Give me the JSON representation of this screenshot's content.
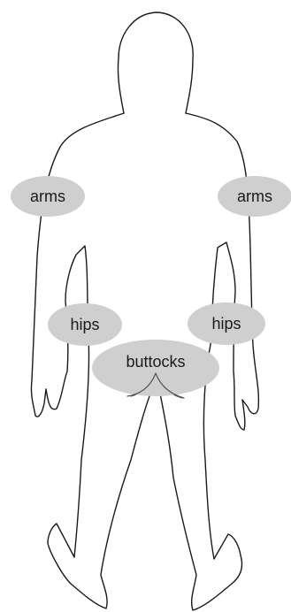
{
  "zones": {
    "arms_left": {
      "label": "arms"
    },
    "arms_right": {
      "label": "arms"
    },
    "hips_left": {
      "label": "hips"
    },
    "hips_right": {
      "label": "hips"
    },
    "buttocks": {
      "label": "buttocks"
    }
  },
  "colors": {
    "zone_fill": "#cfcfcf",
    "outline": "#1a1a1a",
    "background": "#ffffff"
  }
}
